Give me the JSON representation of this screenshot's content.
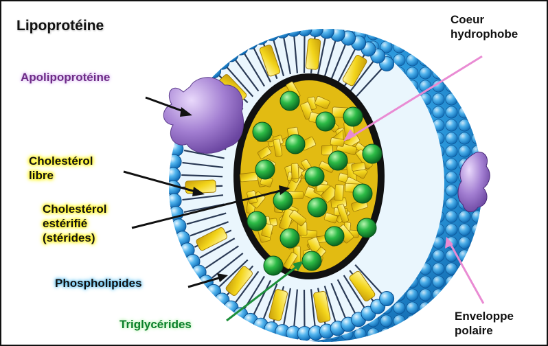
{
  "title": "Lipoprotéine",
  "labels": {
    "coeur": "Coeur\nhydrophobe",
    "apolipoproteine": "Apolipoprotéine",
    "cholesterol_libre": "Cholestérol\nlibre",
    "cholesterol_esterifie": "Cholestérol\nestérifié\n(stérides)",
    "phospholipides": "Phospholipides",
    "triglycerides": "Triglycérides",
    "enveloppe": "Enveloppe\npolaire"
  },
  "colors": {
    "shell": "#2b9be0",
    "core_yellow": "#f2d21b",
    "core_green": "#1e9a3a",
    "apoprotein": "#a884d4",
    "arrow_pink": "#e98bd3",
    "arrow_green": "#1d8f3a"
  }
}
